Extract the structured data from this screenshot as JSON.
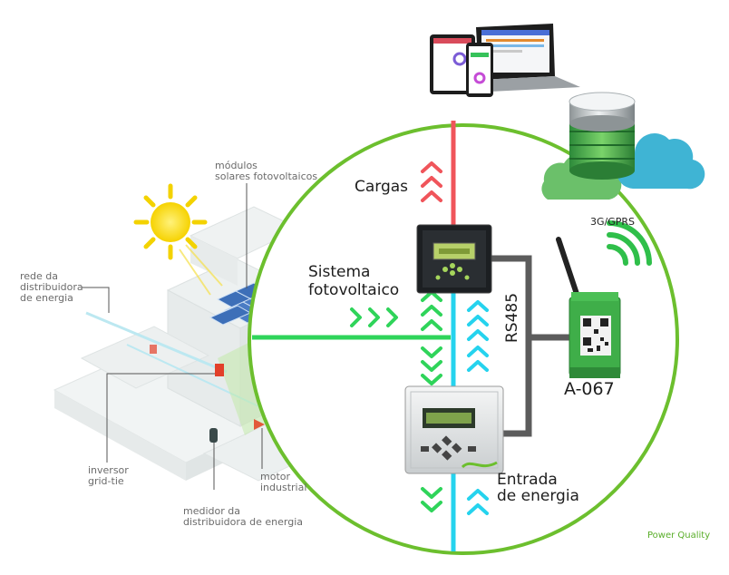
{
  "labels": {
    "modulos": [
      "módulos",
      "solares fotovoltaicos"
    ],
    "rede": [
      "rede da",
      "distribuidora",
      "de energia"
    ],
    "inversor": [
      "inversor",
      "grid-tie"
    ],
    "medidor": [
      "medidor da",
      "distribuidora de energia"
    ],
    "motor": [
      "motor",
      "industrial"
    ],
    "cargas": "Cargas",
    "sistema": [
      "Sistema",
      "fotovoltaico"
    ],
    "gprs": "3G/GPRS",
    "rs485": "RS485",
    "device_code": "A-067",
    "entrada": [
      "Entrada",
      "de energia"
    ],
    "brand": "Power Quality"
  },
  "colors": {
    "circle": "#6cbf2e",
    "load_line": "#f0555b",
    "pv_line": "#2fd45a",
    "grid_line": "#25d3ee",
    "comm_line": "#5c5c5c",
    "device_green": "#3fae49"
  }
}
